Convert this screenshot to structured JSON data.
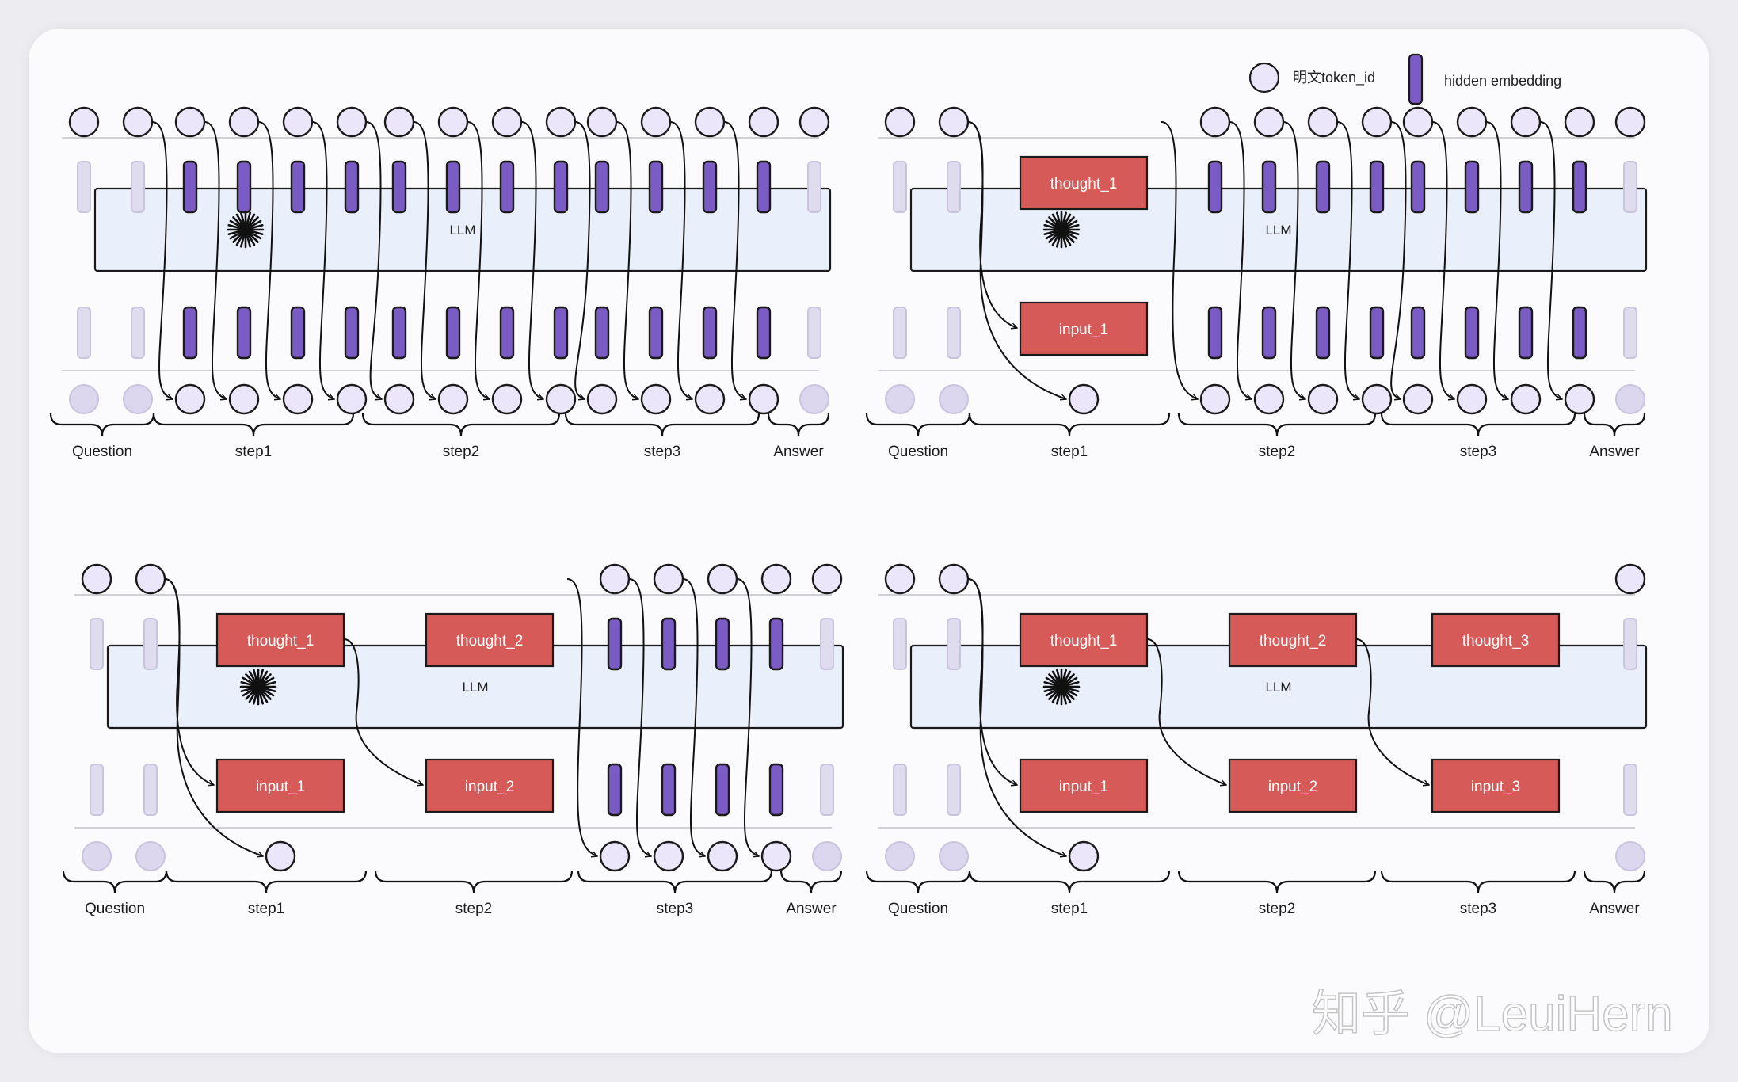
{
  "legend": {
    "token_label": "明文token_id",
    "hidden_label": "hidden embedding"
  },
  "llm_label": "LLM",
  "watermark": "知乎 @LeuiHern",
  "colors": {
    "card_bg": "#fbfbfd",
    "token_fill": "#ece6fb",
    "token_stroke": "#1a1a1a",
    "faded_token_fill": "#dcd6ef",
    "hidden_fill": "#7b5bc4",
    "faded_hidden_fill": "#e0dcf0",
    "red_box_fill": "#d65a57",
    "llm_fill": "#eaeffc",
    "separator": "#cfcfd6"
  },
  "panels": [
    {
      "id": "top-left",
      "thoughts": [],
      "segments": [
        "Question",
        "step1",
        "step2",
        "step3",
        "Answer"
      ]
    },
    {
      "id": "top-right",
      "thoughts": [
        {
          "thought": "thought_1",
          "input": "input_1"
        }
      ],
      "segments": [
        "Question",
        "step1",
        "step2",
        "step3",
        "Answer"
      ]
    },
    {
      "id": "bottom-left",
      "thoughts": [
        {
          "thought": "thought_1",
          "input": "input_1"
        },
        {
          "thought": "thought_2",
          "input": "input_2"
        }
      ],
      "segments": [
        "Question",
        "step1",
        "step2",
        "step3",
        "Answer"
      ]
    },
    {
      "id": "bottom-right",
      "thoughts": [
        {
          "thought": "thought_1",
          "input": "input_1"
        },
        {
          "thought": "thought_2",
          "input": "input_2"
        },
        {
          "thought": "thought_3",
          "input": "input_3"
        }
      ],
      "segments": [
        "Question",
        "step1",
        "step2",
        "step3",
        "Answer"
      ]
    }
  ]
}
